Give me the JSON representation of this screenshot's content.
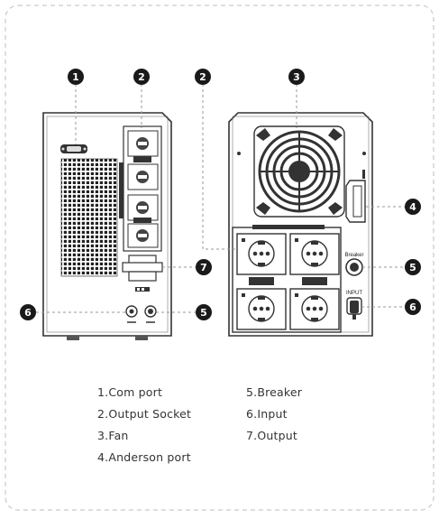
{
  "callouts": {
    "c1": "1",
    "c2a": "2",
    "c2b": "2",
    "c3": "3",
    "c4": "4",
    "c5a": "5",
    "c5b": "5",
    "c6a": "6",
    "c6b": "6",
    "c7": "7"
  },
  "unit_labels": {
    "breaker": "Breaker",
    "input": "INPUT"
  },
  "legend": {
    "left": [
      "1.Com port",
      "2.Output Socket",
      "3.Fan",
      "4.Anderson port"
    ],
    "right": [
      "5.Breaker",
      "6.Input",
      "7.Output"
    ]
  },
  "colors": {
    "callout_fill": "#1a1a1a",
    "leader_line": "#9a9a9a",
    "unit_outline": "#333333"
  }
}
